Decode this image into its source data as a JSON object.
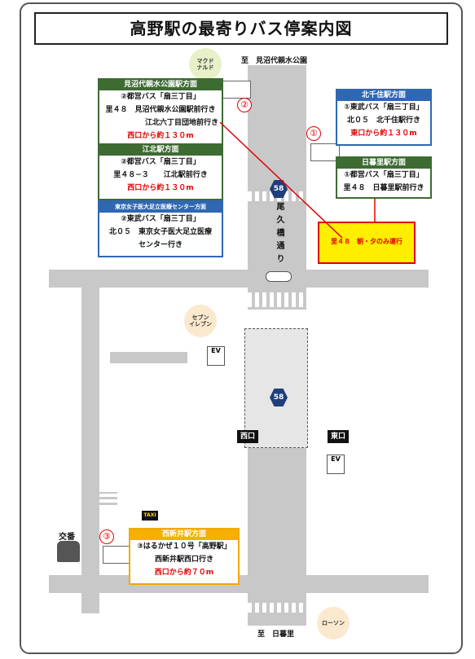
{
  "title": "高野駅の最寄りバス停案内図",
  "directions": {
    "north": "至　見沼代親水公園",
    "south": "至　日暮里"
  },
  "landmarks": {
    "mcdonalds": "マクド\nナルド",
    "seven_eleven": "セブン\nイレブン",
    "lawson": "ローソン",
    "police_box": "交番",
    "taxi": "TAXI"
  },
  "road": {
    "route_number": "58",
    "street_name": "尾久橋通り"
  },
  "exits": {
    "west": "西口",
    "east": "東口"
  },
  "ev_label": "EV",
  "stops": {
    "stop1": "①",
    "stop2": "②",
    "stop3": "③"
  },
  "panels": {
    "minumadai": {
      "header": "見沼代親水公園駅方面",
      "line1": "②都営バス「扇三丁目」",
      "line2": "里４８　見沼代親水公園駅前行き",
      "line3": "江北六丁目団地前行き",
      "line4": "西口から約１３０m"
    },
    "kohoku": {
      "header": "江北駅方面",
      "line1": "②都営バス「扇三丁目」",
      "line2": "里４８−３　　江北駅前行き",
      "line3": "西口から約１３０m"
    },
    "joshi_idai": {
      "header": "東京女子医大足立医療センター方面",
      "line1": "②東武バス「扇三丁目」",
      "line2": "北０５　東京女子医大足立医療",
      "line3": "センター行き"
    },
    "kitasenju": {
      "header": "北千住駅方面",
      "line1": "①東武バス「扇三丁目」",
      "line2": "北０５　北千住駅行き",
      "line3": "東口から約１３０m"
    },
    "nippori": {
      "header": "日暮里駅方面",
      "line1": "①都営バス「扇三丁目」",
      "line2": "里４８　日暮里駅前行き"
    },
    "nishiarai": {
      "header": "西新井駅方面",
      "line1": "③はるかぜ１０号「高野駅」",
      "line2": "西新井駅西口行き",
      "line3": "西口から約７０m"
    }
  },
  "note": "里４８　朝・夕のみ運行",
  "colors": {
    "green": "#3d6b32",
    "blue": "#2f67b3",
    "orange": "#f4b100",
    "red": "#e00000",
    "road": "#c8c8c8",
    "route_badge": "#1f3f7a"
  }
}
